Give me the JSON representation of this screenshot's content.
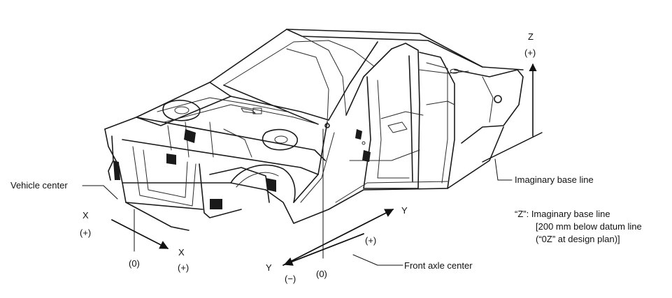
{
  "labels": {
    "z_axis": "Z",
    "z_plus": "(+)",
    "imaginary_base_line": "Imaginary base line",
    "z_note_line1": "“Z”: Imaginary base line",
    "z_note_line2": "[200 mm below datum line",
    "z_note_line3": "(“0Z” at design plan)]",
    "vehicle_center": "Vehicle center",
    "x_axis_left": "X",
    "x_plus_left": "(+)",
    "x_zero": "(0)",
    "x_axis_right": "X",
    "x_plus_right": "(+)",
    "y_axis_right": "Y",
    "y_plus": "(+)",
    "y_axis_left": "Y",
    "y_minus": "(−)",
    "y_zero": "(0)",
    "front_axle_center": "Front axle center"
  },
  "icons": {
    "car_body": "car-body-shell-illustration"
  },
  "colors": {
    "ink": "#111111",
    "background": "#ffffff"
  }
}
